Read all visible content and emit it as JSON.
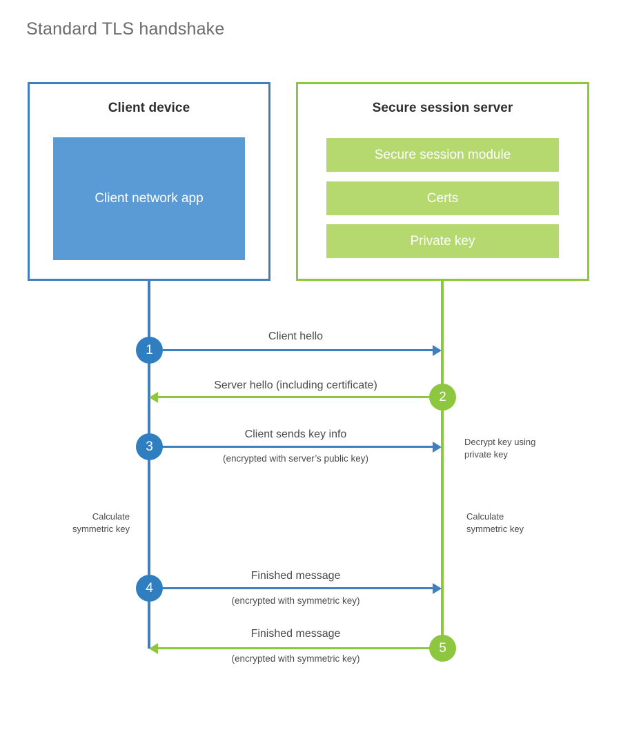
{
  "title": "Standard TLS handshake",
  "colors": {
    "client_border": "#3f7fbf",
    "client_app_fill": "#5b9bd5",
    "server_border": "#8dc63f",
    "server_module_fill": "#b5d86f",
    "client_circle": "#2f7ec0",
    "server_circle": "#8dc63f",
    "text": "#4a4a4a",
    "title_text": "#6b6b6b",
    "background": "#ffffff"
  },
  "client": {
    "title": "Client device",
    "app_label": "Client network app"
  },
  "server": {
    "title": "Secure session server",
    "modules": [
      {
        "label": "Secure session module"
      },
      {
        "label": "Certs"
      },
      {
        "label": "Private key"
      }
    ]
  },
  "steps": [
    {
      "number": "1",
      "label": "Client hello",
      "sublabel": "",
      "direction": "client-to-server",
      "color": "blue"
    },
    {
      "number": "2",
      "label": "Server hello (including certificate)",
      "sublabel": "",
      "direction": "server-to-client",
      "color": "green"
    },
    {
      "number": "3",
      "label": "Client sends key info",
      "sublabel": "(encrypted with server’s public key)",
      "direction": "client-to-server",
      "color": "blue"
    },
    {
      "number": "4",
      "label": "Finished message",
      "sublabel": "(encrypted with symmetric key)",
      "direction": "client-to-server",
      "color": "blue"
    },
    {
      "number": "5",
      "label": "Finished message",
      "sublabel": "(encrypted with symmetric key)",
      "direction": "server-to-client",
      "color": "green"
    }
  ],
  "annotations": {
    "server_decrypt": "Decrypt key using\nprivate key",
    "client_calc": "Calculate\nsymmetric key",
    "server_calc": "Calculate\nsymmetric key"
  }
}
